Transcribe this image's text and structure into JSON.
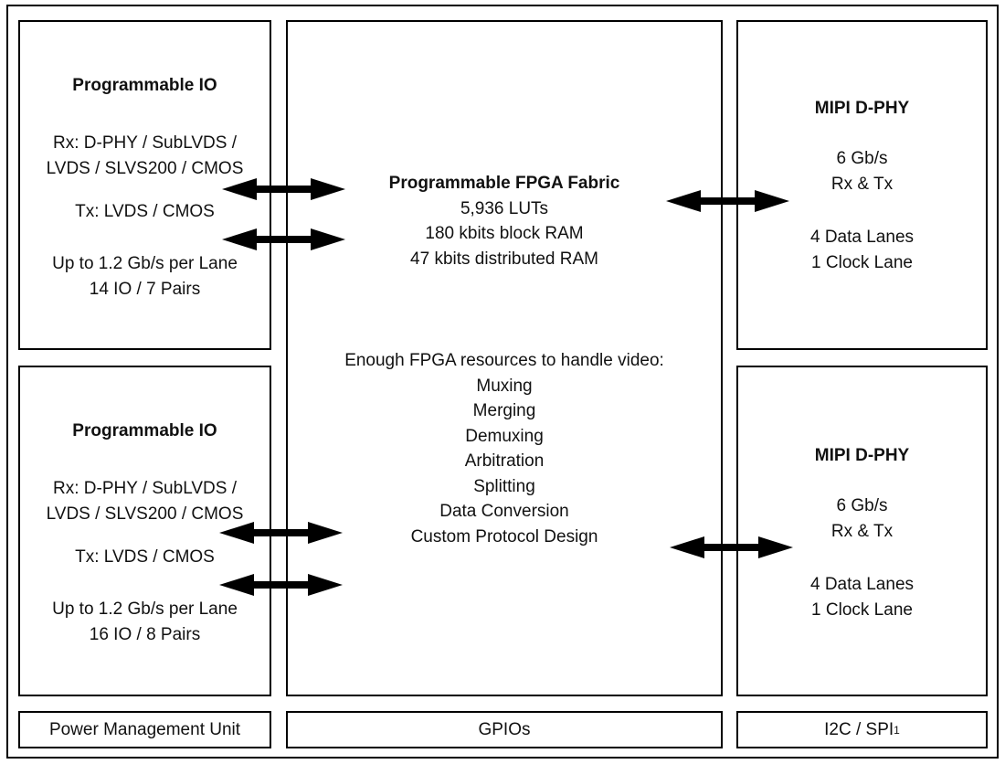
{
  "left": {
    "io_top": {
      "title": "Programmable IO",
      "rx_line1": "Rx: D-PHY / SubLVDS /",
      "rx_line2": "LVDS / SLVS200 / CMOS",
      "tx": "Tx: LVDS / CMOS",
      "speed": "Up to 1.2 Gb/s per Lane",
      "io_count": "14 IO / 7 Pairs"
    },
    "io_bottom": {
      "title": "Programmable IO",
      "rx_line1": "Rx: D-PHY / SubLVDS /",
      "rx_line2": "LVDS / SLVS200 / CMOS",
      "tx": "Tx: LVDS / CMOS",
      "speed": "Up to 1.2 Gb/s per Lane",
      "io_count": "16 IO / 8 Pairs"
    },
    "bar": "Power Management Unit"
  },
  "center": {
    "fabric": {
      "title": "Programmable FPGA Fabric",
      "luts": "5,936 LUTs",
      "block_ram": "180 kbits block RAM",
      "dist_ram": "47 kbits distributed RAM"
    },
    "resources": {
      "heading": "Enough FPGA resources to handle video:",
      "items": [
        "Muxing",
        "Merging",
        "Demuxing",
        "Arbitration",
        "Splitting",
        "Data Conversion",
        "Custom Protocol Design"
      ]
    },
    "bar": "GPIOs"
  },
  "right": {
    "mipi_top": {
      "title": "MIPI D-PHY",
      "rate": "6 Gb/s",
      "rxtx": "Rx & Tx",
      "data_lanes": "4 Data Lanes",
      "clock_lane": "1 Clock Lane"
    },
    "mipi_bottom": {
      "title": "MIPI D-PHY",
      "rate": "6 Gb/s",
      "rxtx": "Rx & Tx",
      "data_lanes": "4 Data Lanes",
      "clock_lane": "1 Clock Lane"
    },
    "bar_label": "I2C / SPI",
    "bar_footnote": "1"
  }
}
